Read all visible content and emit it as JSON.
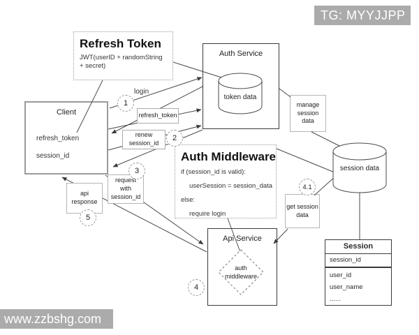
{
  "watermarks": {
    "top_right": "TG: MYYJJPP",
    "bottom_left": "www.zzbshg.com"
  },
  "nodes": {
    "refresh_token_def": {
      "title": "Refresh Token",
      "body": "JWT(userID + randomString + secret)"
    },
    "auth_service": {
      "title": "Auth Service",
      "store": "token data"
    },
    "client": {
      "title": "Client",
      "fields": [
        "refresh_token",
        "session_id"
      ]
    },
    "auth_middleware": {
      "title": "Auth Middleware",
      "code": [
        "if (session_id is valid):",
        "userSession = session_data",
        "else:",
        "require login"
      ]
    },
    "api_service": {
      "title": "Api Service",
      "diamond": "auth middleware"
    },
    "session_store": {
      "label": "session data"
    },
    "session_table": {
      "title": "Session",
      "key": "session_id",
      "fields": [
        "user_id",
        "user_name",
        "......"
      ]
    }
  },
  "edge_labels": {
    "login": "login",
    "refresh_token": "refresh_token",
    "renew": "renew session_id",
    "request": "request with session_id",
    "api_response": "api response",
    "manage": "manage session data",
    "get": "get session data"
  },
  "steps": [
    "1",
    "2",
    "3",
    "4",
    "4.1",
    "5"
  ],
  "colors": {
    "line": "#4a4a4a",
    "box_dark": "#3a3a3a",
    "box_gray": "#9a9a9a",
    "watermark_bg": "#ababab"
  }
}
